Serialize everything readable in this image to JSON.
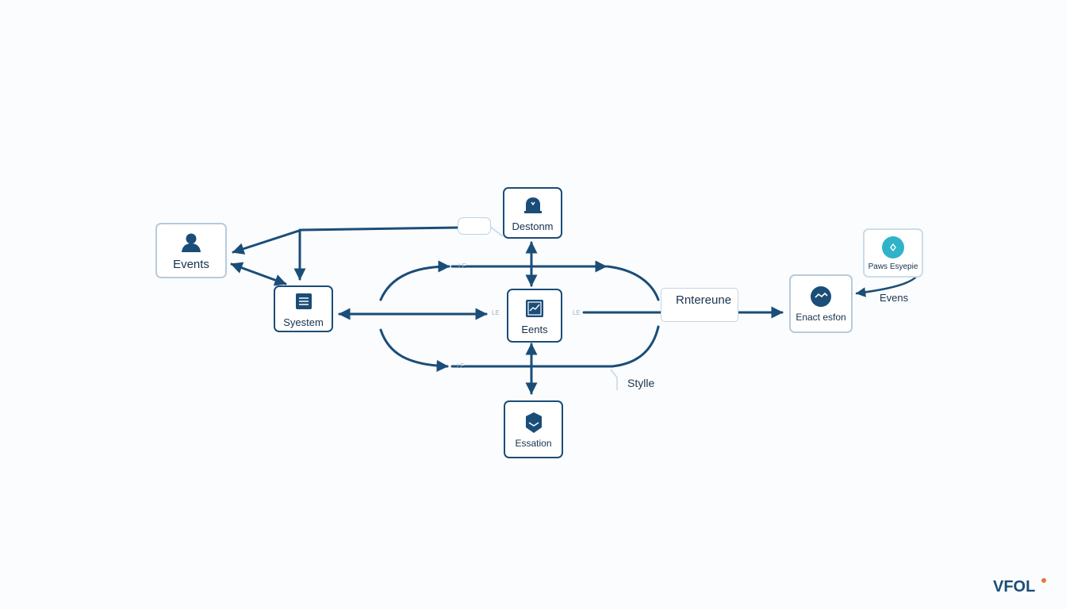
{
  "nodes": {
    "events_left": "Events",
    "system": "Syestem",
    "destonm": "Destonm",
    "center": "Eents",
    "essation": "Essation",
    "enact": "Enact esfon",
    "teal": "Paws Esyepie"
  },
  "labels": {
    "rnterune": "Rntereune",
    "style": "Stylle",
    "evens": "Evens",
    "tick_1": "LE",
    "tick_2": "LE",
    "tick_3": "LE",
    "tick_4": "LE"
  },
  "logo": {
    "text": "VFOL",
    "colors": [
      "#1a4d78",
      "#e07b39"
    ]
  },
  "colors": {
    "primary": "#1a4d78",
    "light_border": "#b8cbdb",
    "teal": "#2fb3c9"
  }
}
